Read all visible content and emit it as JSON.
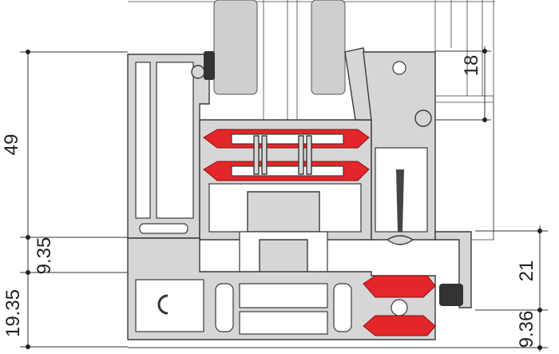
{
  "dimensions": {
    "left_total": "49",
    "left_mid": "9.35",
    "left_bottom": "19.35",
    "right_top": "18",
    "right_mid": "21",
    "right_bottom": "9.36"
  },
  "colors": {
    "profile": "#d6d6d6",
    "thermal_break": "#e3262a",
    "glass": "#cfcfcf",
    "outline": "#3a3a3a"
  }
}
